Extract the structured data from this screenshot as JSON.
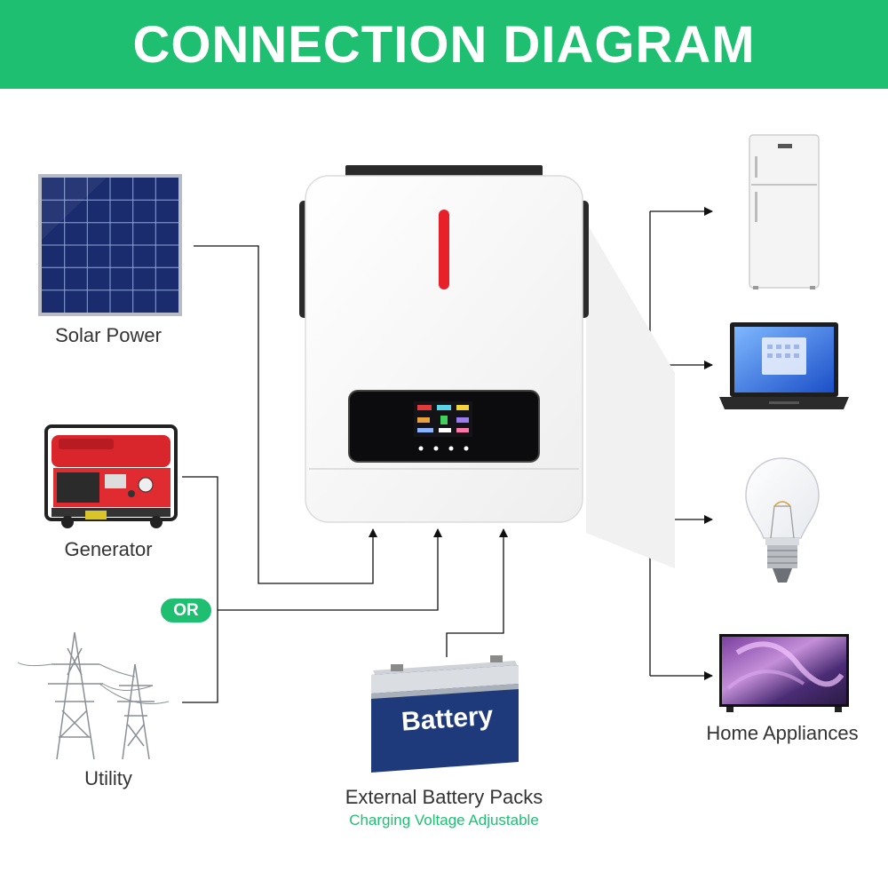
{
  "header": {
    "title": "CONNECTION DIAGRAM"
  },
  "inputs": {
    "solar": "Solar Power",
    "generator": "Generator",
    "or": "OR",
    "utility": "Utility"
  },
  "battery": {
    "badge": "Battery",
    "title": "External Battery Packs",
    "subtitle": "Charging Voltage Adjustable"
  },
  "outputs": {
    "label": "Home Appliances"
  },
  "colors": {
    "brand": "#1fbf72",
    "indicator": "#e8202a",
    "battery": "#1f3a7a"
  }
}
